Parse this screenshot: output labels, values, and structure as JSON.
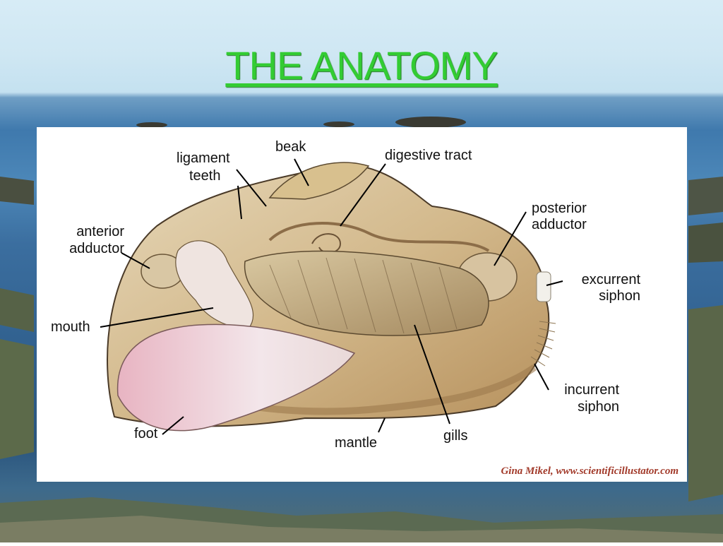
{
  "slide": {
    "title": "THE ANATOMY"
  },
  "diagram": {
    "labels": {
      "beak": "beak",
      "ligament": "ligament",
      "teeth": "teeth",
      "digestive_tract": "digestive tract",
      "anterior": "anterior",
      "adductor_anterior": "adductor",
      "posterior": "posterior",
      "adductor_posterior": "adductor",
      "excurrent": "excurrent",
      "siphon_excurrent": "siphon",
      "mouth": "mouth",
      "incurrent": "incurrent",
      "siphon_incurrent": "siphon",
      "foot": "foot",
      "mantle": "mantle",
      "gills": "gills"
    },
    "credit": "Gina Mikel, www.scientificillustator.com"
  },
  "colors": {
    "title": "#33cc33",
    "credit": "#a23a2a"
  }
}
